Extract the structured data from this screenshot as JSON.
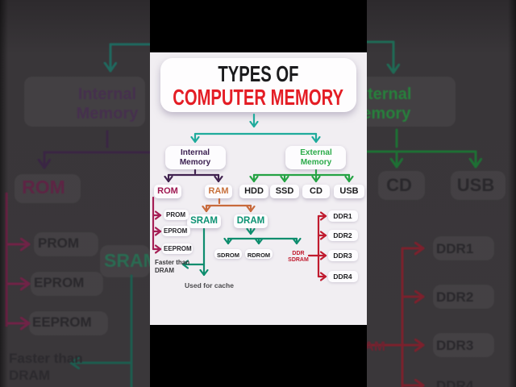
{
  "labels": {
    "title_top": "TYPES OF",
    "title_main": "COMPUTER MEMORY",
    "internal": "Internal Memory",
    "external": "External Memory",
    "rom": "ROM",
    "ram": "RAM",
    "hdd": "HDD",
    "ssd": "SSD",
    "cd": "CD",
    "usb": "USB",
    "prom": "PROM",
    "eprom": "EPROM",
    "eeprom": "EEPROM",
    "sram": "SRAM",
    "dram": "DRAM",
    "sdrom": "SDROM",
    "rdrom": "RDROM",
    "ddr_sdram": "DDR SDRAM",
    "ddr1": "DDR1",
    "ddr2": "DDR2",
    "ddr3": "DDR3",
    "ddr4": "DDR4",
    "note_faster": "Faster than DRAM",
    "note_cache": "Used for cache"
  },
  "hierarchy": {
    "internal_children": [
      "ROM",
      "RAM"
    ],
    "external_children": [
      "HDD",
      "SSD",
      "CD",
      "USB"
    ],
    "rom_children": [
      "PROM",
      "EPROM",
      "EEPROM"
    ],
    "ram_children": [
      "SRAM",
      "DRAM"
    ],
    "dram_children": [
      "SDROM",
      "RDROM",
      "DDR SDRAM"
    ],
    "ddr_sdram_children": [
      "DDR1",
      "DDR2",
      "DDR3",
      "DDR4"
    ],
    "sram_notes": [
      "Faster than DRAM",
      "Used for cache"
    ]
  },
  "colors": {
    "title_red": "#e41d25",
    "title_black": "#1b1b1d",
    "internal_purple": "#3c2151",
    "external_green": "#2bab49",
    "rom_crimson": "#9e1750",
    "ram_orange": "#c8713c",
    "sram_teal": "#0d9273",
    "ddr_red": "#c01b2e",
    "top_arrow_teal": "#1fab9c",
    "panel_bg": "#f1eef2",
    "letterbox": "#000000",
    "backdrop_gray": "#3a373a"
  }
}
